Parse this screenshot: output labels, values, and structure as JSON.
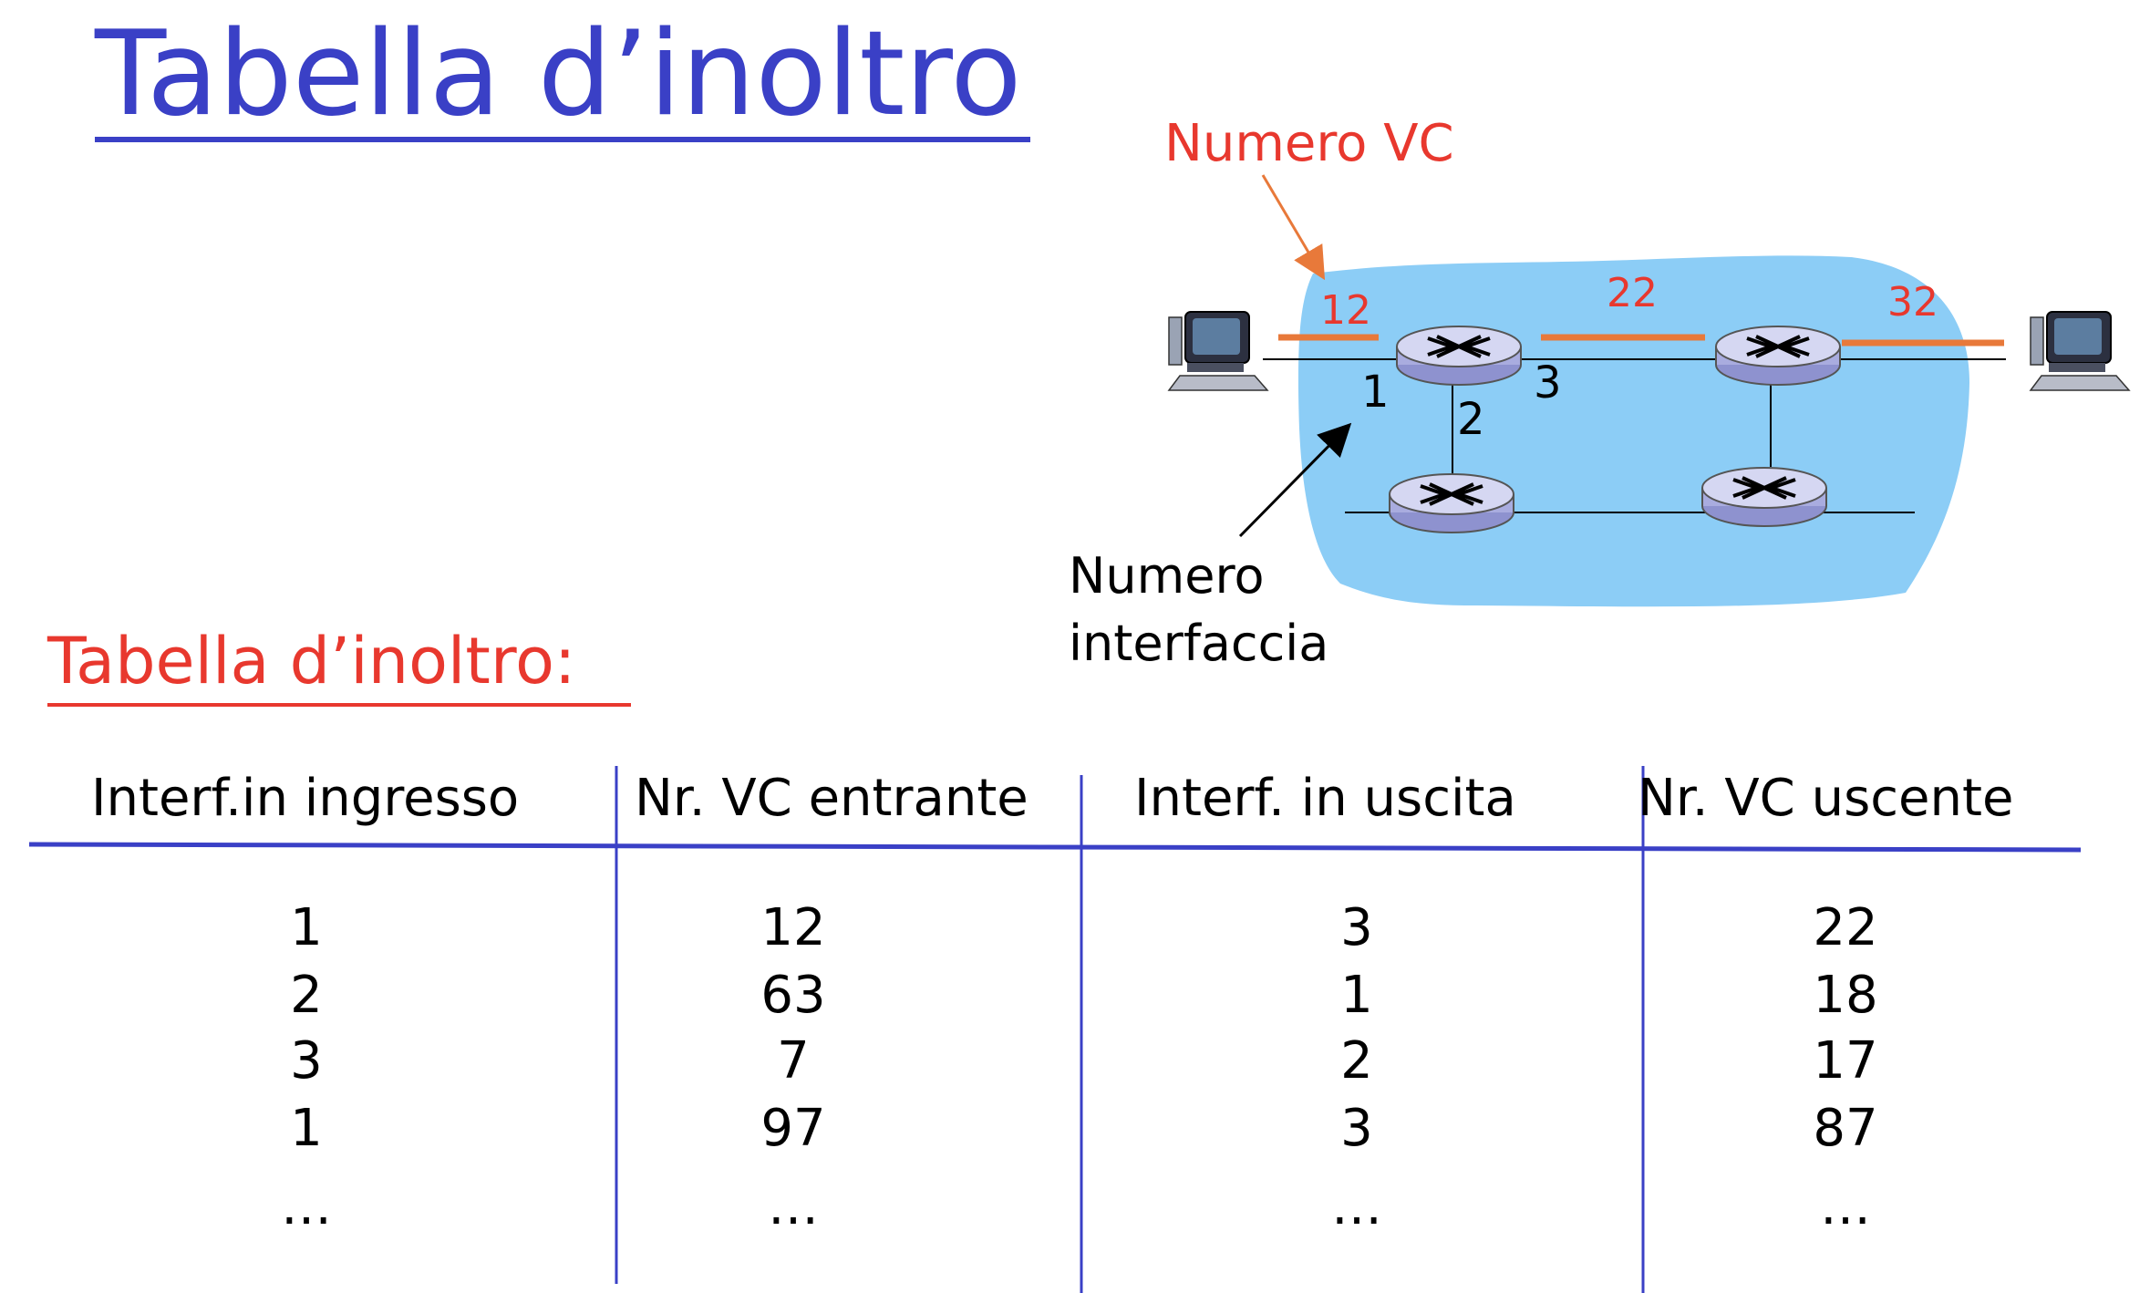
{
  "title": "Tabella d’inoltro",
  "subtitle": "Tabella d’inoltro:",
  "diagram": {
    "vc_number_label": "Numero VC",
    "interface_number_label_line1": "Numero",
    "interface_number_label_line2": "interfaccia",
    "vc_link_labels": [
      "12",
      "22",
      "32"
    ],
    "interface_labels": [
      "1",
      "2",
      "3"
    ],
    "colors": {
      "cloud": "#8ccdf6",
      "vc_link": "#e8793a",
      "label_red": "#e8382e",
      "router": "#b3b6e6"
    }
  },
  "table": {
    "headers": [
      "Interf.in ingresso",
      "Nr. VC entrante",
      "Interf. in uscita",
      "Nr. VC uscente"
    ],
    "rows": [
      [
        "1",
        "12",
        "3",
        "22"
      ],
      [
        "2",
        "63",
        "1",
        "18"
      ],
      [
        "3",
        "7",
        "2",
        "17"
      ],
      [
        "1",
        "97",
        "3",
        "87"
      ],
      [
        "…",
        "…",
        "…",
        "…"
      ]
    ],
    "colors": {
      "rule": "#3a40c6"
    }
  }
}
